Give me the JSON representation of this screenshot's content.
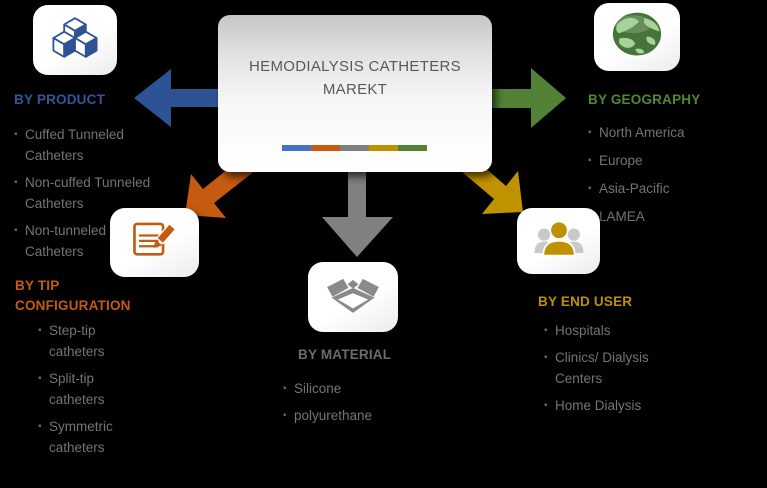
{
  "center_box": {
    "title_line1": "HEMODIALYSIS CATHETERS",
    "title_line2": "MAREKT",
    "stripe_colors": [
      "#4472C4",
      "#C55A11",
      "#808080",
      "#BF9000",
      "#538135"
    ]
  },
  "colors": {
    "blue": "#2E5395",
    "orange": "#C55A11",
    "gray": "#808080",
    "gold": "#C09100",
    "green": "#538135"
  },
  "ui": {
    "bullet": "▪"
  },
  "sections": {
    "product": {
      "heading": "BY PRODUCT",
      "icon": "cubes-icon",
      "items": [
        "Cuffed Tunneled Catheters",
        "Non-cuffed Tunneled Catheters",
        "Non-tunneled Catheters"
      ]
    },
    "tip_configuration": {
      "heading": "BY TIP CONFIGURATION",
      "icon": "document-pen-icon",
      "items": [
        "Step-tip catheters",
        "Split-tip catheters",
        "Symmetric catheters"
      ]
    },
    "material": {
      "heading": "BY MATERIAL",
      "icon": "open-box-icon",
      "items": [
        "Silicone",
        "polyurethane"
      ]
    },
    "geography": {
      "heading": "BY GEOGRAPHY",
      "icon": "globe-icon",
      "items": [
        "North America",
        "Europe",
        "Asia-Pacific",
        "LAMEA"
      ]
    },
    "end_user": {
      "heading": "BY END USER",
      "icon": "people-icon",
      "items": [
        "Hospitals",
        "Clinics/ Dialysis Centers",
        "Home Dialysis"
      ]
    }
  }
}
